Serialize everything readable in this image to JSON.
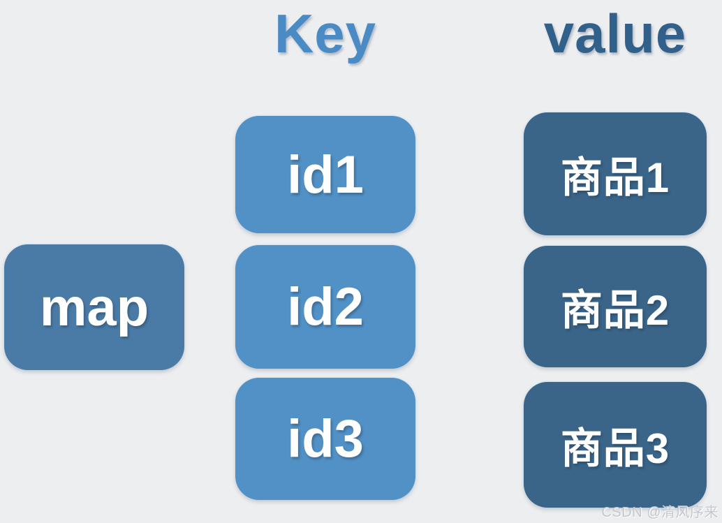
{
  "diagram_title": "map key-value structure",
  "colors": {
    "background": "#edeef0",
    "key_header_text": "#4a8ac5",
    "value_header_text": "#31608a",
    "map_box": "#4a7ba6",
    "key_box": "#5191c6",
    "value_box": "#3a6589",
    "box_text": "#ffffff",
    "watermark_text": "#c3c8ce"
  },
  "headers": {
    "key_label": "Key",
    "value_label": "value"
  },
  "map_node": {
    "label": "map"
  },
  "key_column": {
    "items": [
      {
        "label": "id1"
      },
      {
        "label": "id2"
      },
      {
        "label": "id3"
      }
    ]
  },
  "value_column": {
    "items": [
      {
        "label": "商品1"
      },
      {
        "label": "商品2"
      },
      {
        "label": "商品3"
      }
    ]
  },
  "watermark": "CSDN @清风序来"
}
